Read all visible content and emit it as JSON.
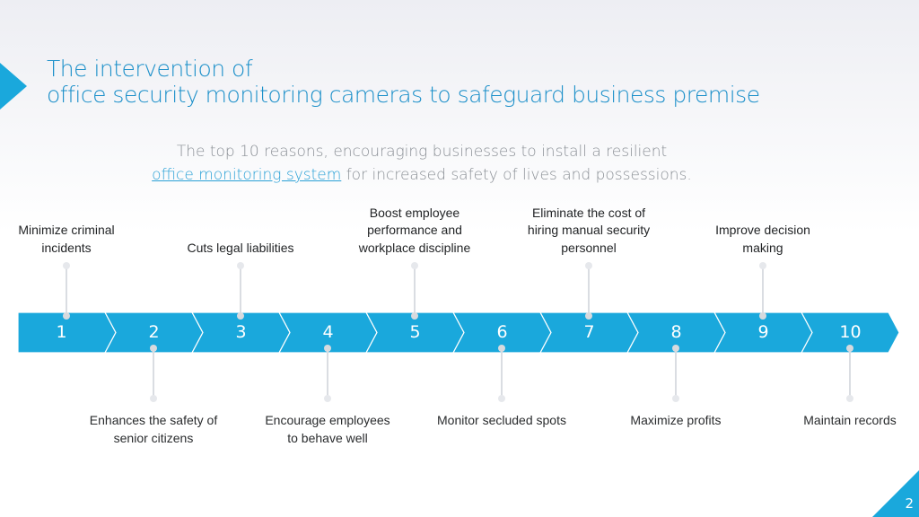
{
  "title": {
    "line1": "The intervention of",
    "line2": "office security monitoring cameras to safeguard business premise"
  },
  "subtitle": {
    "line1": "The top 10 reasons, encouraging businesses to install a resilient",
    "link": "office monitoring system",
    "line2_rest": " for increased safety of lives and possessions."
  },
  "steps": [
    {
      "num": "1",
      "label": "Minimize criminal incidents",
      "position": "top"
    },
    {
      "num": "2",
      "label": "Enhances the safety of senior citizens",
      "position": "bottom"
    },
    {
      "num": "3",
      "label": "Cuts legal liabilities",
      "position": "top"
    },
    {
      "num": "4",
      "label": "Encourage employees to behave well",
      "position": "bottom"
    },
    {
      "num": "5",
      "label": "Boost employee performance and workplace discipline",
      "position": "top"
    },
    {
      "num": "6",
      "label": "Monitor secluded spots",
      "position": "bottom"
    },
    {
      "num": "7",
      "label": "Eliminate the cost of hiring manual security personnel",
      "position": "top"
    },
    {
      "num": "8",
      "label": "Maximize profits",
      "position": "bottom"
    },
    {
      "num": "9",
      "label": "Improve decision making",
      "position": "top"
    },
    {
      "num": "10",
      "label": "Maintain records",
      "position": "bottom"
    }
  ],
  "page_number": "2",
  "colors": {
    "accent": "#1aa8dc",
    "title": "#1a8fc9",
    "link": "#2aa1d6"
  }
}
